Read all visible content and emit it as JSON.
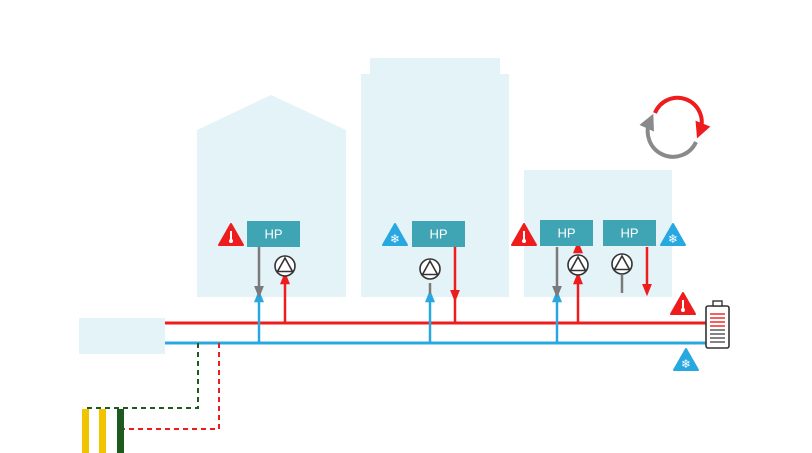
{
  "hp_units": [
    {
      "label": "HP"
    },
    {
      "label": "HP"
    },
    {
      "label": "HP"
    },
    {
      "label": "HP"
    }
  ],
  "colors": {
    "building": "#e3f3f7",
    "hp_box": "#3fa5b5",
    "hot_pipe": "#ee1c1c",
    "cold_pipe": "#28a8e0",
    "return_arrow": "#7a7a7a",
    "ground_green": "#1e5a1e",
    "ground_yellow": "#f2c400"
  },
  "icons": {
    "heat_warning": "thermometer-warning-icon",
    "cold_warning": "snowflake-warning-icon",
    "pump": "circulation-pump-icon",
    "storage": "thermal-storage-battery-icon",
    "cycle": "cycle-arrows-icon"
  }
}
